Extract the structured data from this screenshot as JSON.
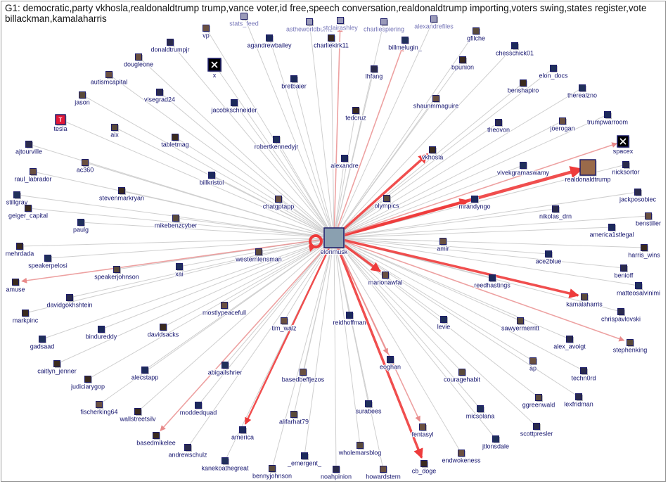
{
  "title_lines": [
    "G1: democratic,party  vkhosla,realdonaldtrump  trump,vance  voter,id  free,speech  conversation,realdonaldtrump  importing,voters  swing,states  register,vote",
    "billackman,kamalaharris"
  ],
  "hub": "elonmusk",
  "colors": {
    "node_label": "#14146e",
    "faded_label": "#7676b8",
    "weak_edge": "#cfcfcf",
    "strong_edge": "#ee3b3b",
    "medium_edge": "#e88a8a"
  },
  "nodes": [
    "stats_feed",
    "astheworldburnz",
    "stclairashley",
    "charliespiering",
    "alexandrefiles",
    "vp",
    "agandrewbailey",
    "charliekirk11",
    "billmelugin_",
    "gfilche",
    "donaldtrumpjr",
    "dougleone",
    "chesschick01",
    "bpunion",
    "elon_docs",
    "x",
    "lhfang",
    "autismcapital",
    "bretbaier",
    "benshapiro",
    "therealzno",
    "jason",
    "visegrad24",
    "shaunmmaguire",
    "jacobkschneider",
    "tedcruz",
    "tesla",
    "aix",
    "theovon",
    "joerogan",
    "trumpwarroom",
    "tabletmag",
    "robertkennedyjr",
    "spacex",
    "ajtourville",
    "ac360",
    "alexandre",
    "vkhosla",
    "vivekgramaswamy",
    "realdonaldtrump",
    "nicksortor",
    "raul_labrador",
    "billkristol",
    "stevenmarkryan",
    "stillgray",
    "olympics",
    "jackposobiec",
    "chatgptapp",
    "mrandyngo",
    "geiger_capital",
    "paulg",
    "mikebenzcyber",
    "nikolas_drn",
    "benstiller",
    "america1stlegal",
    "mehrdada",
    "speakerpelosi",
    "westernlensman",
    "elonmusk",
    "amir",
    "ace2blue",
    "harris_wins",
    "xai",
    "speakerjohnson",
    "benioff",
    "marionawfal",
    "reedhastings",
    "amuse",
    "matteosalvinimi",
    "kamalaharris",
    "davidgokhshtein",
    "mostlypeacefull",
    "reidhoffman",
    "markpinc",
    "levie",
    "sawyermerritt",
    "chrispavlovski",
    "tim_walz",
    "bindureddy",
    "davidsacks",
    "gadsaad",
    "stephenking",
    "alex_avoigt",
    "ap",
    "eoghan",
    "caitlyn_jenner",
    "abigailshrier",
    "couragehabit",
    "techn0rd",
    "basedbeffjezos",
    "alecstapp",
    "judiciarygop",
    "surabees",
    "ggreenwald",
    "lexfridman",
    "fischerking64",
    "moddedquad",
    "wallstreetsilv",
    "micsolana",
    "alifarhat79",
    "scottpresler",
    "fentasyl",
    "america",
    "basedmikelee",
    "jtlonsdale",
    "wholemarsblog",
    "andrewschulz",
    "endwokeness",
    "_emergent_",
    "cb_doge",
    "kanekoathegreat",
    "bennyjohnson",
    "noahpinion",
    "howardstern"
  ],
  "faded_nodes": [
    "stats_feed",
    "astheworldburnz",
    "stclairashley",
    "charliespiering",
    "alexandrefiles"
  ],
  "strong_edges": [
    {
      "from": "elonmusk",
      "to": "realdonaldtrump",
      "weight": 5
    },
    {
      "from": "elonmusk",
      "to": "vkhosla",
      "weight": 4
    },
    {
      "from": "elonmusk",
      "to": "mrandyngo",
      "weight": 4
    },
    {
      "from": "elonmusk",
      "to": "kamalaharris",
      "weight": 4
    },
    {
      "from": "elonmusk",
      "to": "marionawfal",
      "weight": 4
    },
    {
      "from": "elonmusk",
      "to": "cb_doge",
      "weight": 4
    },
    {
      "from": "elonmusk",
      "to": "america",
      "weight": 3
    },
    {
      "from": "elonmusk",
      "to": "spacex",
      "weight": 2
    },
    {
      "from": "elonmusk",
      "to": "stephenking",
      "weight": 2
    },
    {
      "from": "elonmusk",
      "to": "basedmikelee",
      "weight": 2
    },
    {
      "from": "elonmusk",
      "to": "fentasyl",
      "weight": 2
    },
    {
      "from": "elonmusk",
      "to": "eoghan",
      "weight": 2
    },
    {
      "from": "elonmusk",
      "to": "billmelugin_",
      "weight": 2
    },
    {
      "from": "elonmusk",
      "to": "stclairashley",
      "weight": 2
    },
    {
      "from": "elonmusk",
      "to": "amuse",
      "weight": 2
    },
    {
      "from": "elonmusk",
      "to": "elonmusk",
      "weight": 4
    }
  ]
}
